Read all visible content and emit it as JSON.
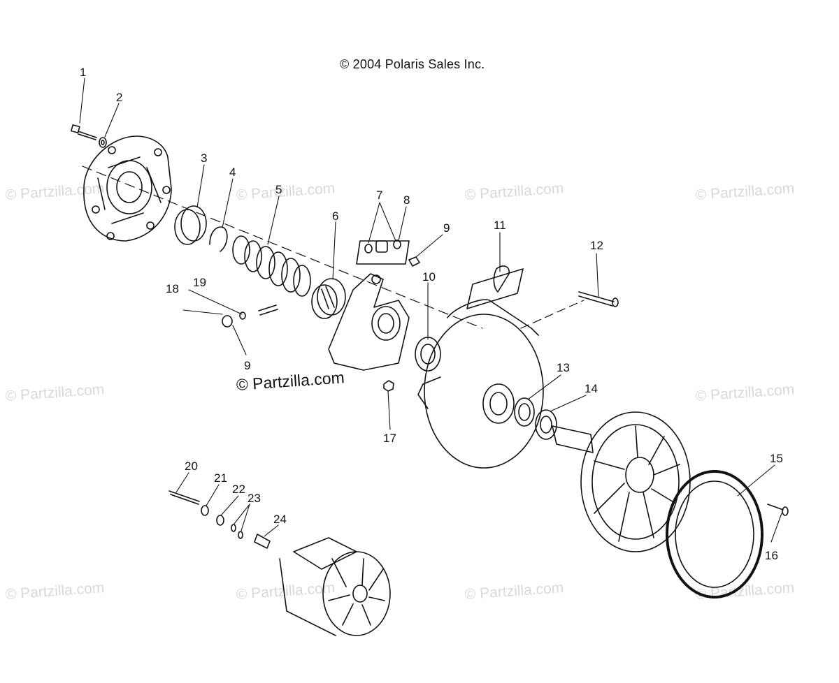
{
  "copyright": "© 2004 Polaris Sales Inc.",
  "watermark_text": "© Partzilla.com",
  "callouts": [
    "1",
    "2",
    "3",
    "4",
    "5",
    "6",
    "7",
    "8",
    "9",
    "10",
    "11",
    "12",
    "13",
    "14",
    "15",
    "16",
    "17",
    "18",
    "19",
    "9",
    "20",
    "21",
    "22",
    "23",
    "24"
  ]
}
